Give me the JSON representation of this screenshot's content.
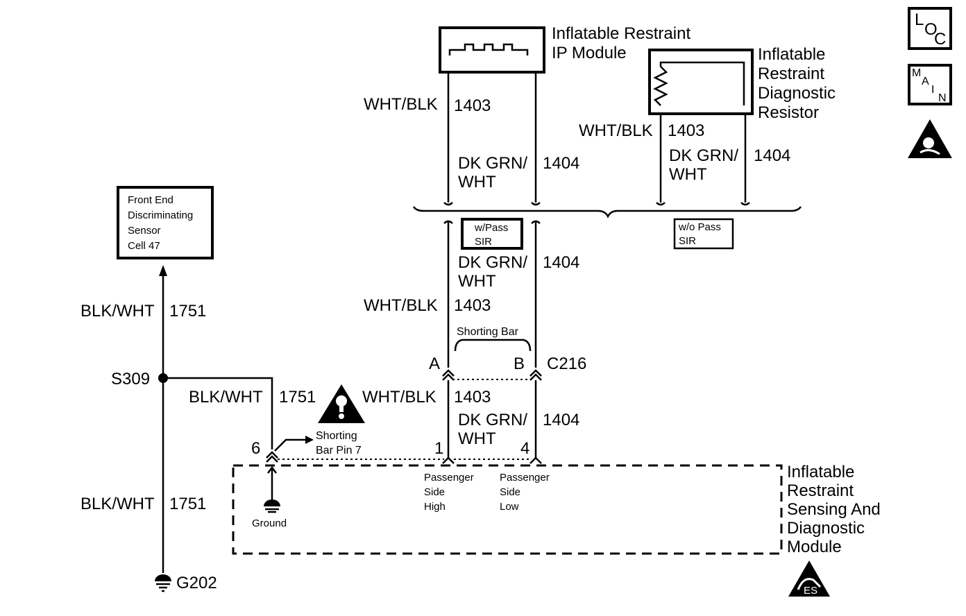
{
  "ip_module": {
    "line1": "Inflatable Restraint",
    "line2": "IP Module"
  },
  "diag_resistor": {
    "line1": "Inflatable",
    "line2": "Restraint",
    "line3": "Diagnostic",
    "line4": "Resistor"
  },
  "front_sensor": {
    "line1": "Front End",
    "line2": "Discriminating",
    "line3": "Sensor",
    "line4": "Cell 47"
  },
  "sdm": {
    "line1": "Inflatable",
    "line2": "Restraint",
    "line3": "Sensing And",
    "line4": "Diagnostic",
    "line5": "Module"
  },
  "wires": {
    "wht_blk": "WHT/BLK",
    "c1403": "1403",
    "dk_grn_1": "DK GRN/",
    "dk_grn_2": "WHT",
    "c1404": "1404",
    "blk_wht": "BLK/WHT",
    "c1751": "1751"
  },
  "options": {
    "with_pass_1": "w/Pass",
    "with_pass_2": "SIR",
    "without_pass_1": "w/o Pass",
    "without_pass_2": "SIR"
  },
  "connector": {
    "name": "C216",
    "pin_a": "A",
    "pin_b": "B",
    "shorting_bar": "Shorting Bar"
  },
  "splice": "S309",
  "ground_g202": "G202",
  "ground_label": "Ground",
  "shorting_pin": {
    "line1": "Shorting",
    "line2": "Bar Pin 7"
  },
  "pins": {
    "p6": "6",
    "p1": "1",
    "p4": "4"
  },
  "pass_high": {
    "line1": "Passenger",
    "line2": "Side",
    "line3": "High"
  },
  "pass_low": {
    "line1": "Passenger",
    "line2": "Side",
    "line3": "Low"
  },
  "icons": {
    "loc": {
      "l": "L",
      "o": "O",
      "c": "C"
    },
    "main": {
      "m": "M",
      "a": "A",
      "i": "I",
      "n": "N"
    },
    "caution": "caution-icon",
    "esd": "esd-icon",
    "airbag": "airbag-icon"
  }
}
